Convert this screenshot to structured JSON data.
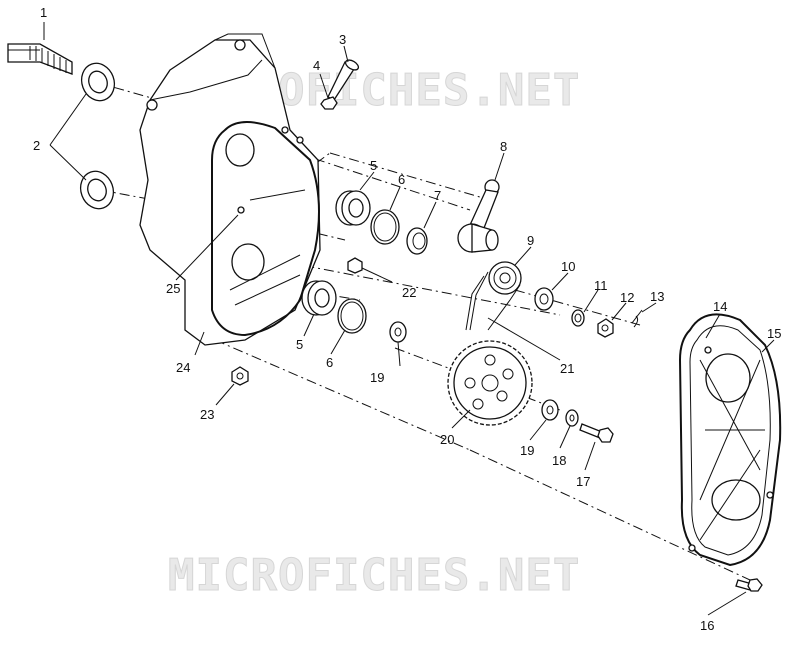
{
  "watermark": {
    "top": "MICROFICHES.NET",
    "bottom": "MICROFICHES.NET"
  },
  "callouts": {
    "c1": "1",
    "c2": "2",
    "c3": "3",
    "c4": "4",
    "c5a": "5",
    "c5b": "5",
    "c6a": "6",
    "c6b": "6",
    "c7": "7",
    "c8": "8",
    "c9": "9",
    "c10": "10",
    "c11": "11",
    "c12": "12",
    "c13": "13",
    "c14": "14",
    "c15": "15",
    "c16": "16",
    "c17": "17",
    "c18": "18",
    "c19a": "19",
    "c19b": "19",
    "c20": "20",
    "c21": "21",
    "c22": "22",
    "c23": "23",
    "c24": "24",
    "c25": "25"
  }
}
